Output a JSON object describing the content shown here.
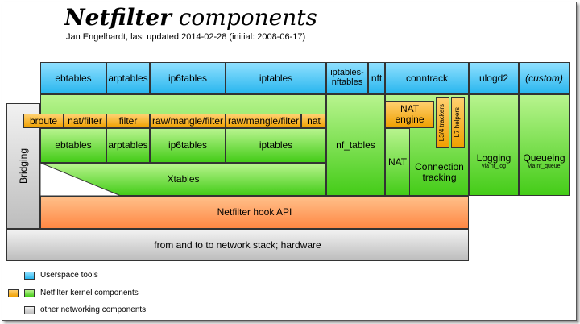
{
  "title": {
    "strong": "Netfilter",
    "rest": " components"
  },
  "subtitle": "Jan Engelhardt, last updated 2014-02-28 (initial: 2008-06-17)",
  "userspace": {
    "ebtables": "ebtables",
    "arptables": "arptables",
    "ip6tables": "ip6tables",
    "iptables": "iptables",
    "iptables_nftables": "iptables-\nnftables",
    "nft": "nft",
    "conntrack": "conntrack",
    "ulogd2": "ulogd2",
    "custom": "(custom)"
  },
  "tables": {
    "broute": "broute",
    "nat_filter": "nat/filter",
    "filter": "filter",
    "raw_mangle_filter_6": "raw/mangle/filter",
    "raw_mangle_filter_4": "raw/mangle/filter",
    "nat": "nat"
  },
  "kernel": {
    "ebtables": "ebtables",
    "arptables": "arptables",
    "ip6tables": "ip6tables",
    "iptables": "iptables",
    "xtables": "Xtables",
    "nf_tables": "nf_tables",
    "nat": "NAT",
    "nat_engine": "NAT\nengine",
    "l34_trackers": "L3/4 trackers",
    "l7_helpers": "L7 helpers",
    "connection_tracking": "Connection\ntracking",
    "logging": "Logging",
    "logging_sub": "via nf_log",
    "queueing": "Queueing",
    "queueing_sub": "via nf_queue"
  },
  "bridging": "Bridging",
  "hook_api": "Netfilter hook API",
  "network_stack": "from and to to network stack; hardware",
  "legend": {
    "userspace": "Userspace tools",
    "kernel": "Netfilter kernel components",
    "other": "other networking components"
  },
  "colors": {
    "userspace": "#29b6ee",
    "kernel_green": "#44cc18",
    "kernel_orange": "#f0a000",
    "hook_api": "#ff8844",
    "other": "#bdbdbd"
  }
}
